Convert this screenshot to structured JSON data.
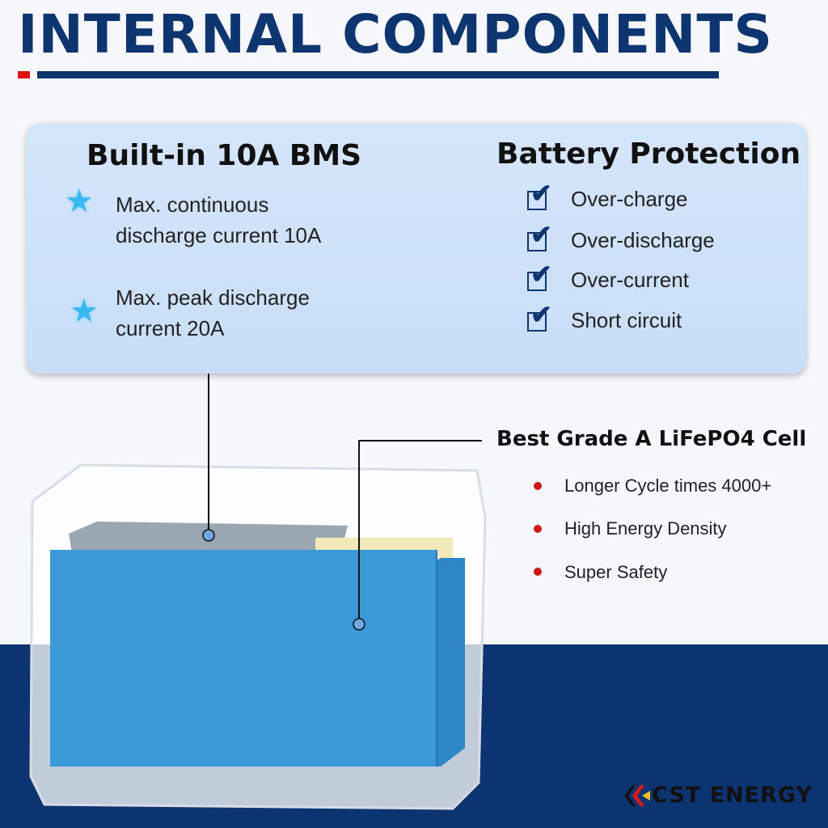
{
  "title": "INTERNAL COMPONENTS",
  "bms": {
    "heading": "Built-in 10A BMS",
    "items": [
      "Max. continuous\ndischarge current 10A",
      "Max. peak discharge\ncurrent 20A"
    ]
  },
  "protection": {
    "heading": "Battery Protection",
    "items": [
      "Over-charge",
      "Over-discharge",
      "Over-current",
      "Short circuit"
    ]
  },
  "cell": {
    "heading": "Best Grade A LiFePO4 Cell",
    "items": [
      "Longer Cycle times 4000+",
      "High Energy Density",
      "Super Safety"
    ]
  },
  "brand": "CST ENERGY",
  "colors": {
    "navy": "#0d3570",
    "red": "#e01010",
    "cell_blue": "#3a9ad8"
  }
}
